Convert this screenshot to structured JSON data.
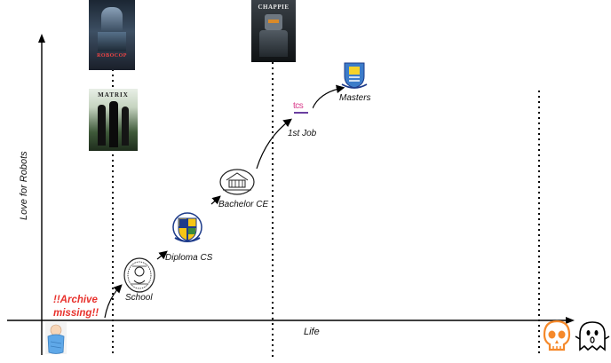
{
  "axes": {
    "x_label": "Life",
    "y_label": "Love for Robots"
  },
  "milestones": [
    {
      "id": "school",
      "label": "School"
    },
    {
      "id": "diploma",
      "label": "Diploma CS"
    },
    {
      "id": "bachelor",
      "label": "Bachelor CE"
    },
    {
      "id": "job",
      "label": "1st Job"
    },
    {
      "id": "masters",
      "label": "Masters"
    }
  ],
  "annotation": {
    "line1": "!!Archive",
    "line2": "missing!!",
    "color": "#e8322d"
  },
  "posters": {
    "robocop": "ROBOCOP",
    "matrix": "MATRIX",
    "chappie": "CHAPPIE"
  },
  "logos": {
    "job_logo_text": "tcs"
  },
  "colors": {
    "axis": "#000000",
    "skull": "#f5892b",
    "baby_blanket": "#5fa8e8"
  }
}
